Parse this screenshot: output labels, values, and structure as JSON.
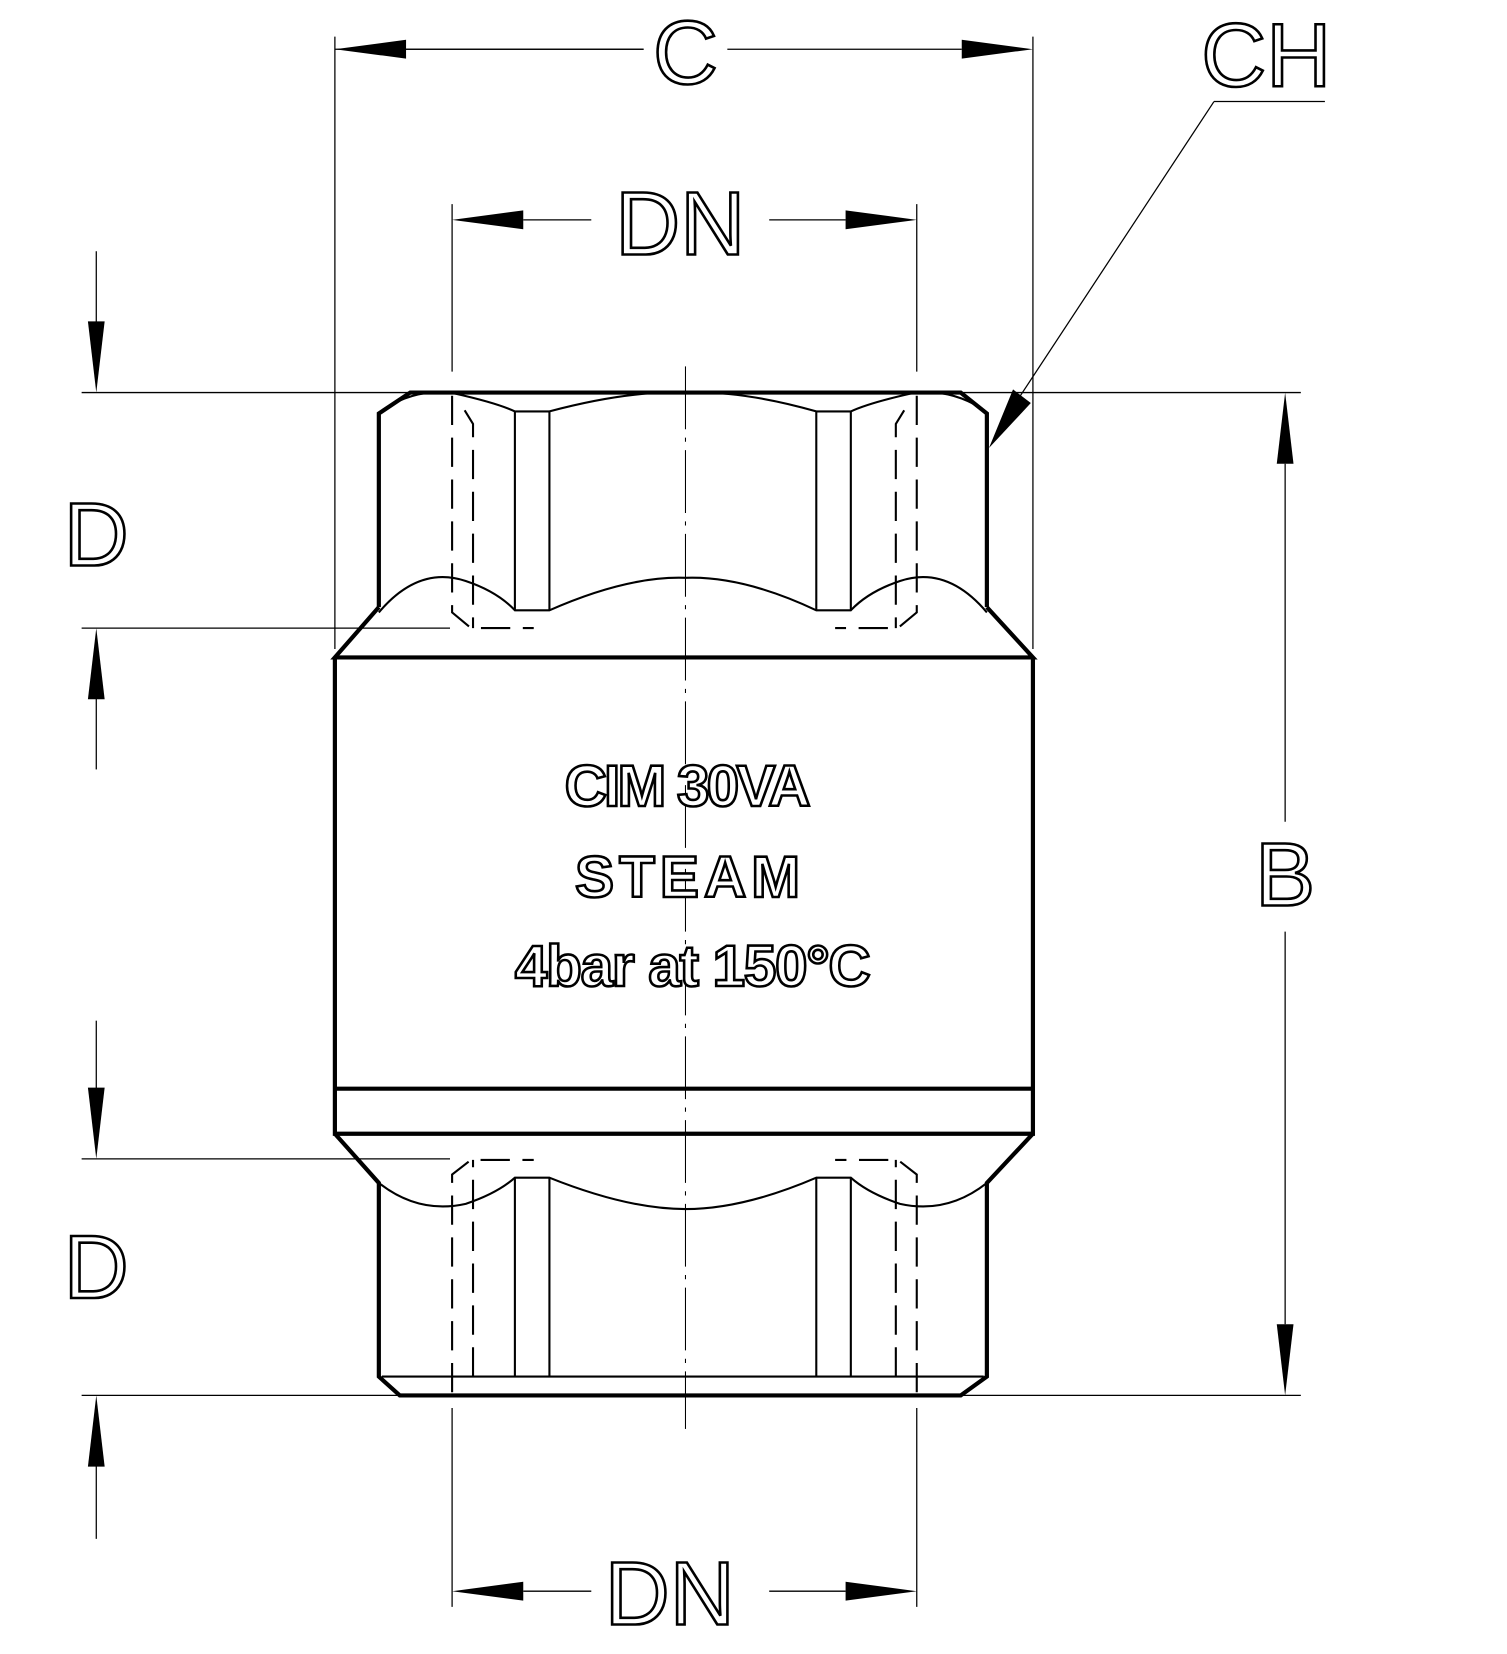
{
  "dimensions": {
    "c": "C",
    "ch": "CH",
    "dn_top": "DN",
    "dn_bottom": "DN",
    "d_top": "D",
    "d_bottom": "D",
    "b": "B"
  },
  "marking": {
    "line1": "CIM 30VA",
    "line2": "STEAM",
    "line3": "4bar at 150°C"
  }
}
